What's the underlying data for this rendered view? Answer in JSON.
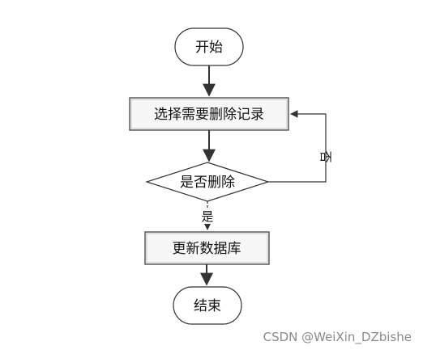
{
  "nodes": {
    "start": {
      "label": "开始"
    },
    "select": {
      "label": "选择需要删除记录"
    },
    "decision": {
      "label": "是否删除"
    },
    "update": {
      "label": "更新数据库"
    },
    "end": {
      "label": "结束"
    }
  },
  "edges": {
    "yes_label": "是",
    "no_label": "否"
  },
  "watermark": "CSDN @WeiXin_DZbishe",
  "colors": {
    "stroke": "#333333",
    "box_fill": "#f7f7f7",
    "arrow": "#333333"
  }
}
